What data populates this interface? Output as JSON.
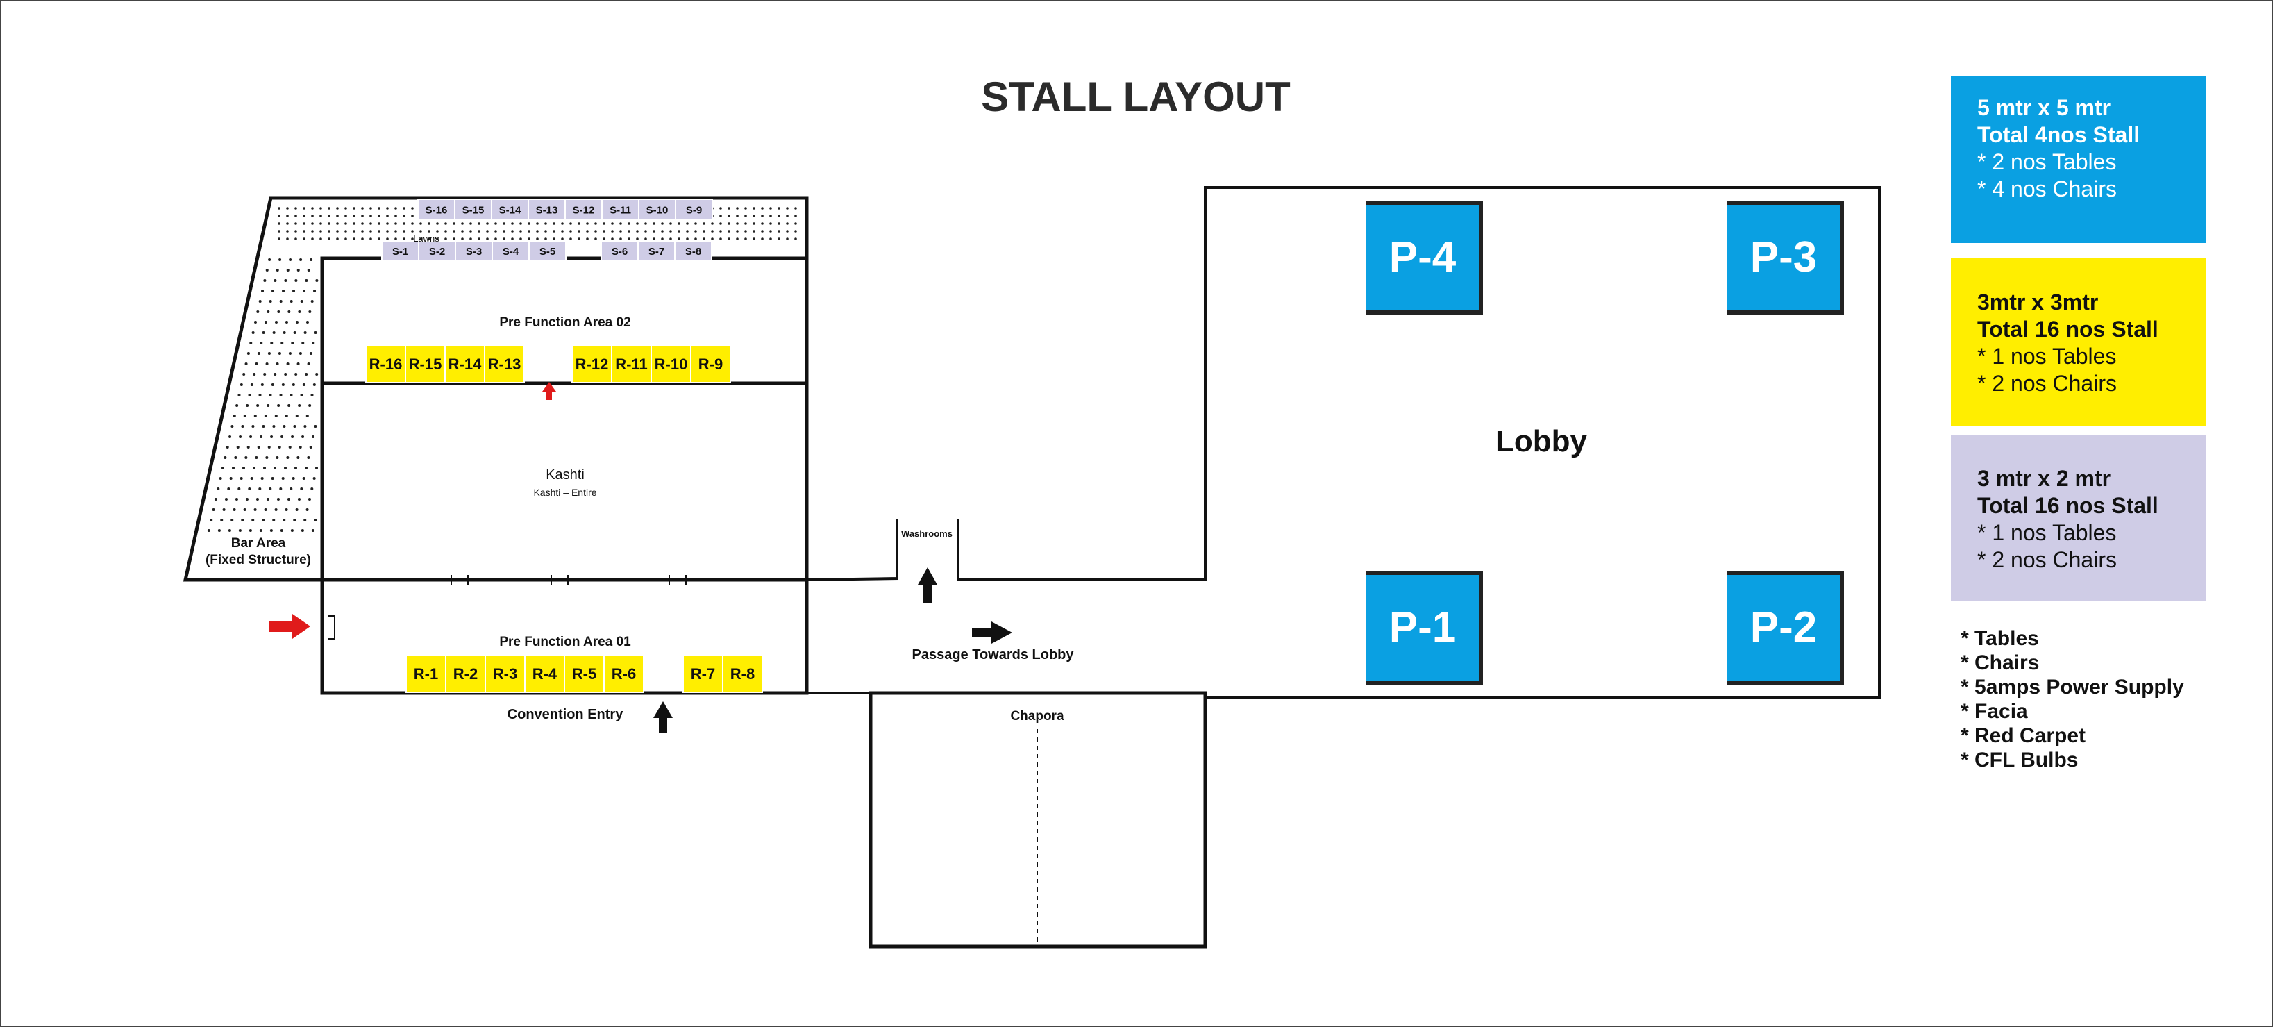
{
  "title": "STALL LAYOUT",
  "colors": {
    "p_stall": "#0aa0e2",
    "r_stall": "#ffee00",
    "s_stall": "#cfcce6",
    "arrow_red": "#e01b1b",
    "arrow_black": "#111111"
  },
  "areas": {
    "pre_function_02": "Pre Function Area 02",
    "pre_function_01": "Pre Function Area 01",
    "kashti": "Kashti",
    "kashti_sub": "Kashti – Entire",
    "bar_area_1": "Bar Area",
    "bar_area_2": "(Fixed Structure)",
    "lawns": "Lawns",
    "washrooms": "Washrooms",
    "passage": "Passage Towards Lobby",
    "convention_entry": "Convention Entry",
    "chapora": "Chapora",
    "lobby": "Lobby"
  },
  "s_stalls_top": [
    "S-16",
    "S-15",
    "S-14",
    "S-13",
    "S-12",
    "S-11",
    "S-10",
    "S-9"
  ],
  "s_stalls_bottom": [
    "S-1",
    "S-2",
    "S-3",
    "S-4",
    "S-5",
    "S-6",
    "S-7",
    "S-8"
  ],
  "r_stalls_top": [
    "R-16",
    "R-15",
    "R-14",
    "R-13",
    "R-12",
    "R-11",
    "R-10",
    "R-9"
  ],
  "r_stalls_bottom": [
    "R-1",
    "R-2",
    "R-3",
    "R-4",
    "R-5",
    "R-6",
    "R-7",
    "R-8"
  ],
  "p_stalls": [
    "P-4",
    "P-3",
    "P-1",
    "P-2"
  ],
  "legend": [
    {
      "size": "5 mtr x 5 mtr",
      "total": "Total  4nos Stall",
      "tables": "* 2 nos Tables",
      "chairs": "* 4 nos Chairs",
      "color": "#0aa0e2"
    },
    {
      "size": "3mtr x 3mtr",
      "total": "Total 16 nos Stall",
      "tables": "* 1 nos Tables",
      "chairs": "* 2 nos Chairs",
      "color": "#ffee00"
    },
    {
      "size": "3 mtr x 2 mtr",
      "total": "Total  16 nos Stall",
      "tables": "* 1 nos Tables",
      "chairs": "* 2 nos Chairs",
      "color": "#cfcce6"
    }
  ],
  "amenities": [
    "* Tables",
    "* Chairs",
    "* 5amps Power Supply",
    "* Facia",
    "* Red Carpet",
    "* CFL Bulbs"
  ]
}
